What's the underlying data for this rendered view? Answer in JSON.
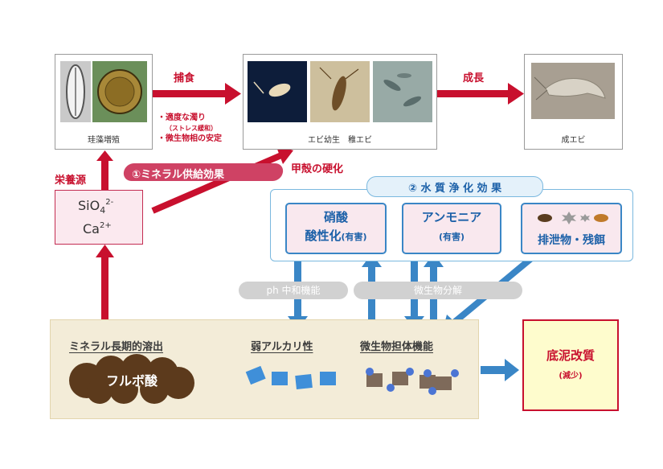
{
  "photos": {
    "diatom_caption": "珪藻増殖",
    "larvae_caption": "エビ幼生　稚エビ",
    "adult_caption": "成エビ"
  },
  "arrows": {
    "predation": "捕食",
    "growth": "成長",
    "shell_hardening": "甲殻の硬化"
  },
  "notes": [
    "・適度な濁り",
    "（ストレス緩和）",
    "・微生物相の安定"
  ],
  "nutrient": {
    "label": "栄養源",
    "sio4": "SiO",
    "sio4_sub": "4",
    "sio4_sup": "2-",
    "ca": "Ca",
    "ca_sup": "2+"
  },
  "effect1": "①ミネラル供給効果",
  "effect2": "② 水 質 浄 化 効 果",
  "cards": {
    "nitric_1": "硝酸",
    "nitric_2": "酸性化",
    "nitric_2_small": "(有害)",
    "ammonia_1": "アンモニア",
    "ammonia_2": "(有害)",
    "waste": "排泄物・残餌"
  },
  "pills": {
    "neutralize": "ph 中和機能",
    "decompose": "微生物分解"
  },
  "base": {
    "mineral_dissolution": "ミネラル長期的溶出",
    "fulvic": "フルボ酸",
    "weak_alkaline": "弱アルカリ性",
    "microbe_carrier": "微生物担体機能"
  },
  "sediment": {
    "title": "底泥改質",
    "sub": "(減少)"
  },
  "colors": {
    "red": "#c8102e",
    "blue": "#3a86c6",
    "pink_fill": "#fbe9ef",
    "base_fill": "#f3ecd8",
    "sediment_fill": "#fefccd"
  }
}
